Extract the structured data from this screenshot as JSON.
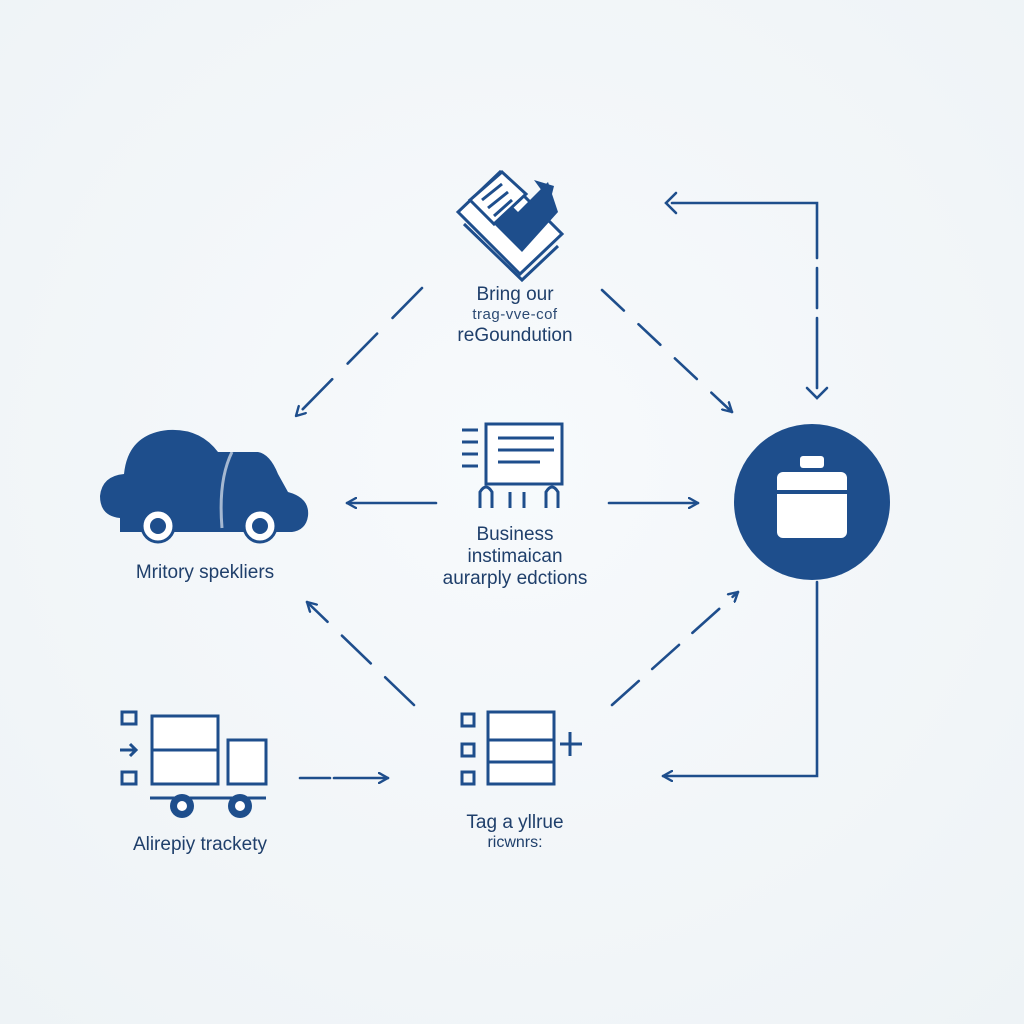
{
  "diagram": {
    "colors": {
      "primary": "#1e4e8c",
      "dark": "#173f73",
      "text": "#1f3f6b",
      "background": "#f3f7fa"
    },
    "nodes": {
      "top": {
        "icon": "document-stack-icon",
        "lines": [
          "Bring our",
          "trag-vve-cof",
          "reGoundution"
        ]
      },
      "center": {
        "icon": "list-document-icon",
        "lines": [
          "Business",
          "instimaican",
          "aurarply edctions"
        ]
      },
      "left": {
        "icon": "cloud-truck-icon",
        "lines": [
          "Mritory spekliers"
        ]
      },
      "right": {
        "icon": "clipboard-circle-icon",
        "lines": []
      },
      "bottom_left": {
        "icon": "cart-icon",
        "lines": [
          "Alirepiy tracketу"
        ]
      },
      "bottom": {
        "icon": "checklist-icon",
        "lines": [
          "Tag a yllrue",
          "ricwnrs:"
        ]
      }
    }
  }
}
